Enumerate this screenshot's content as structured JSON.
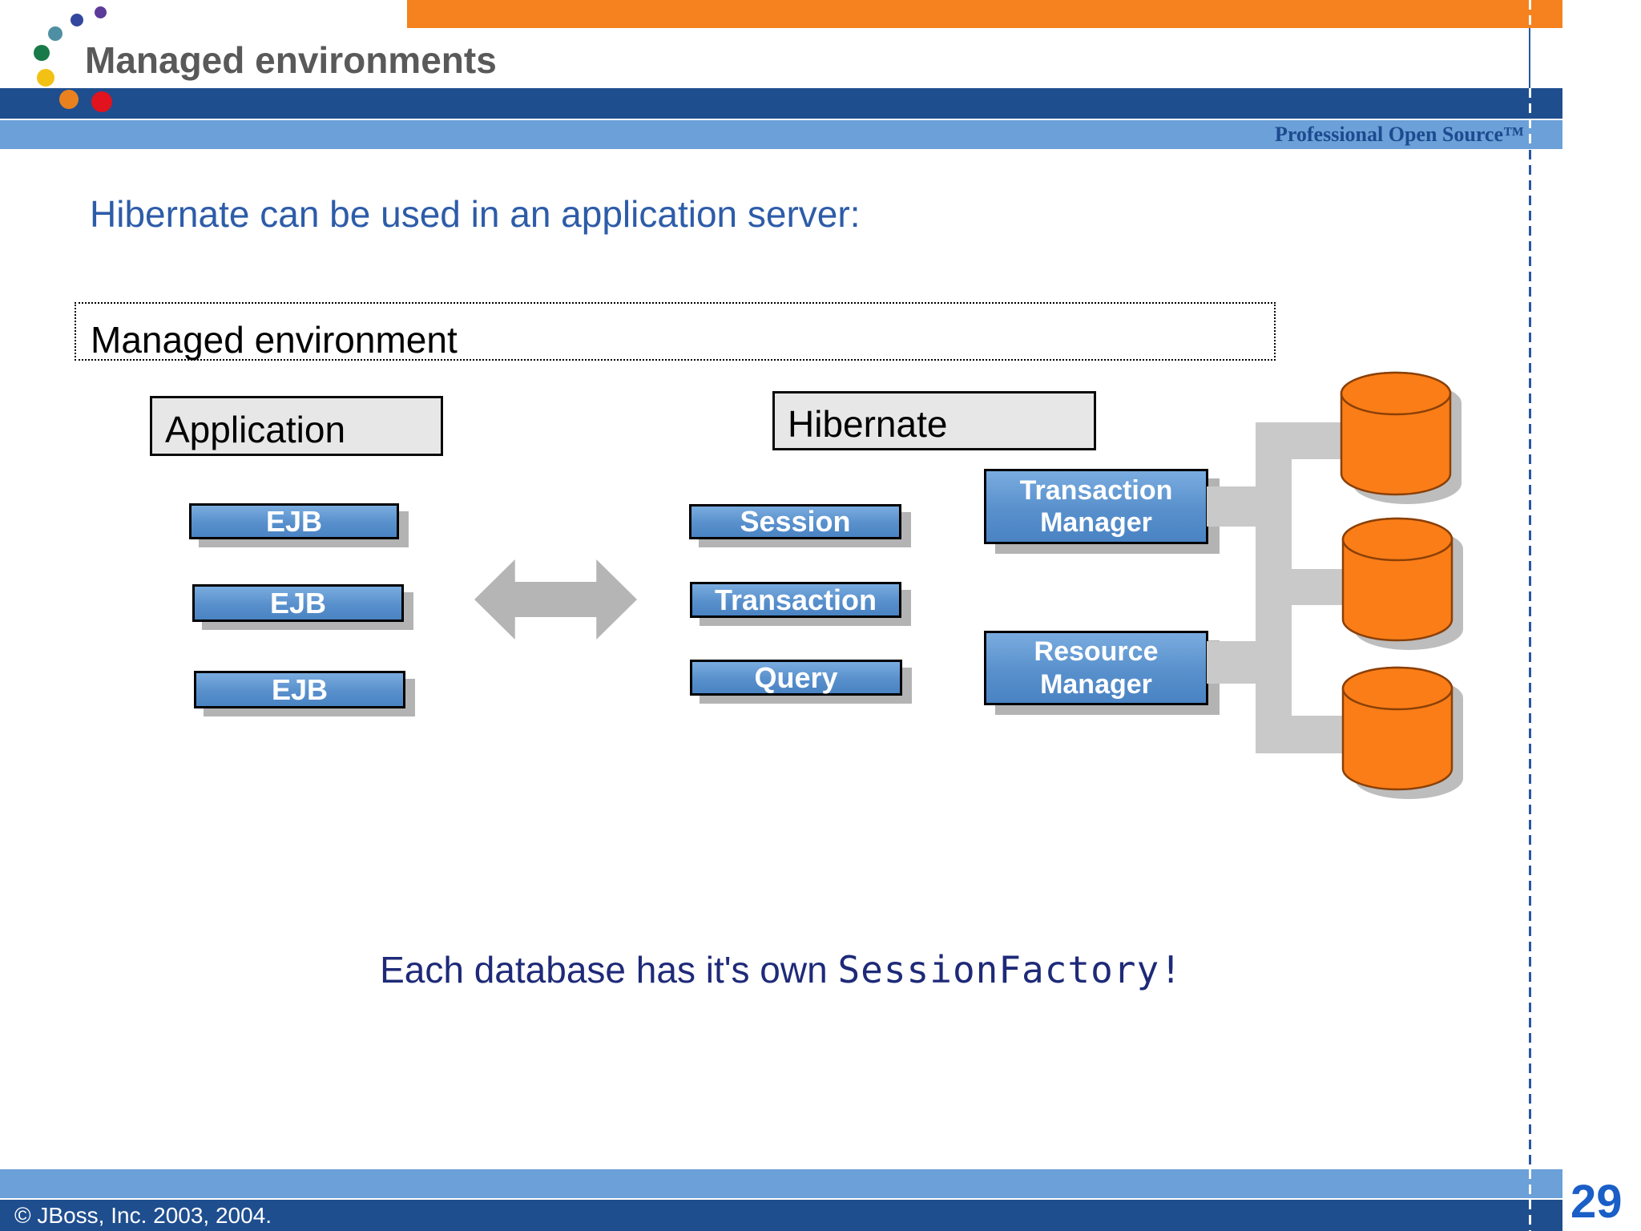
{
  "header": {
    "title": "Managed environments",
    "tagline": "Professional Open Source™",
    "logo_dots": [
      {
        "name": "purple-dot",
        "color": "#5C3A99"
      },
      {
        "name": "navy-dot",
        "color": "#33479E"
      },
      {
        "name": "teal-dot",
        "color": "#4F8FA3"
      },
      {
        "name": "green-dot",
        "color": "#187A48"
      },
      {
        "name": "yellow-dot",
        "color": "#F2C114"
      },
      {
        "name": "orange-dot",
        "color": "#E9821E"
      },
      {
        "name": "red-dot",
        "color": "#E0131E"
      }
    ]
  },
  "slide": {
    "heading": "Hibernate can be used in an application server:",
    "container_label": "Managed environment",
    "application_label": "Application",
    "hibernate_label": "Hibernate",
    "ejb_boxes": [
      "EJB",
      "EJB",
      "EJB"
    ],
    "hibernate_components": [
      "Session",
      "Transaction",
      "Query"
    ],
    "managers": [
      {
        "line1": "Transaction",
        "line2": "Manager"
      },
      {
        "line1": "Resource",
        "line2": "Manager"
      }
    ],
    "databases": [
      "database",
      "database",
      "database"
    ],
    "caption": {
      "prefix": "Each database has it's own ",
      "code": "SessionFactory",
      "suffix": "!"
    }
  },
  "footer": {
    "copyright": "© JBoss, Inc. 2003, 2004.",
    "page_number": "29"
  },
  "colors": {
    "accent_orange": "#F5821F",
    "bar_dark_blue": "#1F4E8F",
    "bar_light_blue": "#6BA0D8",
    "heading_blue": "#2D5CA8",
    "caption_navy": "#1E2A78",
    "component_blue_top": "#7AACDF",
    "component_blue_bottom": "#4A83C3",
    "database_orange": "#FB7D17",
    "connector_gray": "#C9C9C9",
    "page_number_blue": "#1A5EC7",
    "title_gray": "#595959"
  }
}
